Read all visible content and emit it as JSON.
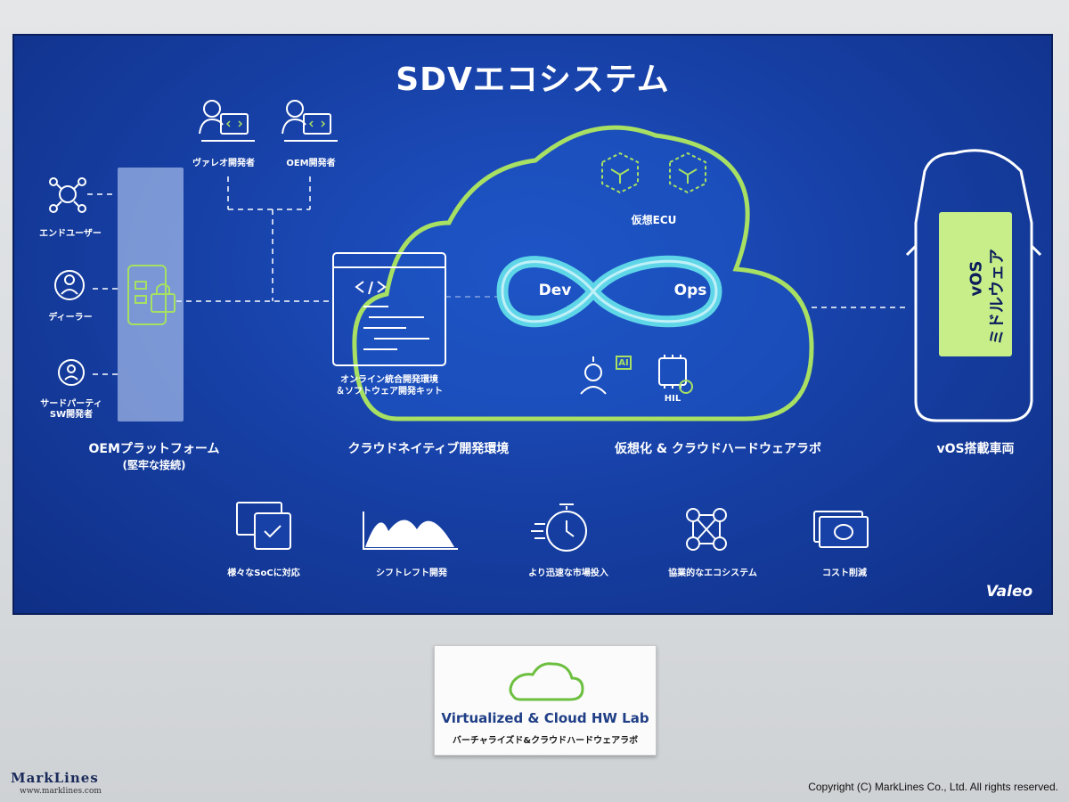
{
  "screen": {
    "title": "SDVエコシステム",
    "brand": "Valeo",
    "users": {
      "end_user": "エンドユーザー",
      "dealer": "ディーラー",
      "third_party_line1": "サードパーティ",
      "third_party_line2": "SW開発者"
    },
    "oem_platform": {
      "line1": "OEMプラットフォーム",
      "line2": "(堅牢な接続)"
    },
    "developers": {
      "valeo": "ヴァレオ開発者",
      "oem": "OEM開発者"
    },
    "ide": {
      "line1": "オンライン統合開発環境",
      "line2": "＆ソフトウェア開発キット"
    },
    "cloud": {
      "virtual_ecu": "仮想ECU",
      "dev": "Dev",
      "ops": "Ops",
      "ai": "AI",
      "hil": "HIL"
    },
    "section_labels": {
      "cloud_native": "クラウドネイティブ開発環境",
      "virtual_lab": "仮想化 & クラウドハードウェアラボ",
      "vehicle": "vOS搭載車両"
    },
    "vehicle": {
      "vos_line1": "vOS",
      "vos_line2": "ミドルウェア"
    },
    "benefits": [
      {
        "label": "様々なSoCに対応",
        "icon": "devices-check-icon"
      },
      {
        "label": "シフトレフト開発",
        "icon": "area-chart-icon"
      },
      {
        "label": "より迅速な市場投入",
        "icon": "stopwatch-icon"
      },
      {
        "label": "協業的なエコシステム",
        "icon": "network-people-icon"
      },
      {
        "label": "コスト削減",
        "icon": "money-icon"
      }
    ],
    "colors": {
      "background": "#1741a7",
      "accent_green": "#a8e063",
      "loop": "#5fd6e8"
    }
  },
  "sign": {
    "title_en": "Virtualized & Cloud HW Lab",
    "title_jp": "バーチャライズド&クラウドハードウェアラボ"
  },
  "watermark": {
    "logo": "MarkLines",
    "url": "www.marklines.com",
    "copyright": "Copyright (C) MarkLines Co., Ltd. All rights reserved."
  }
}
